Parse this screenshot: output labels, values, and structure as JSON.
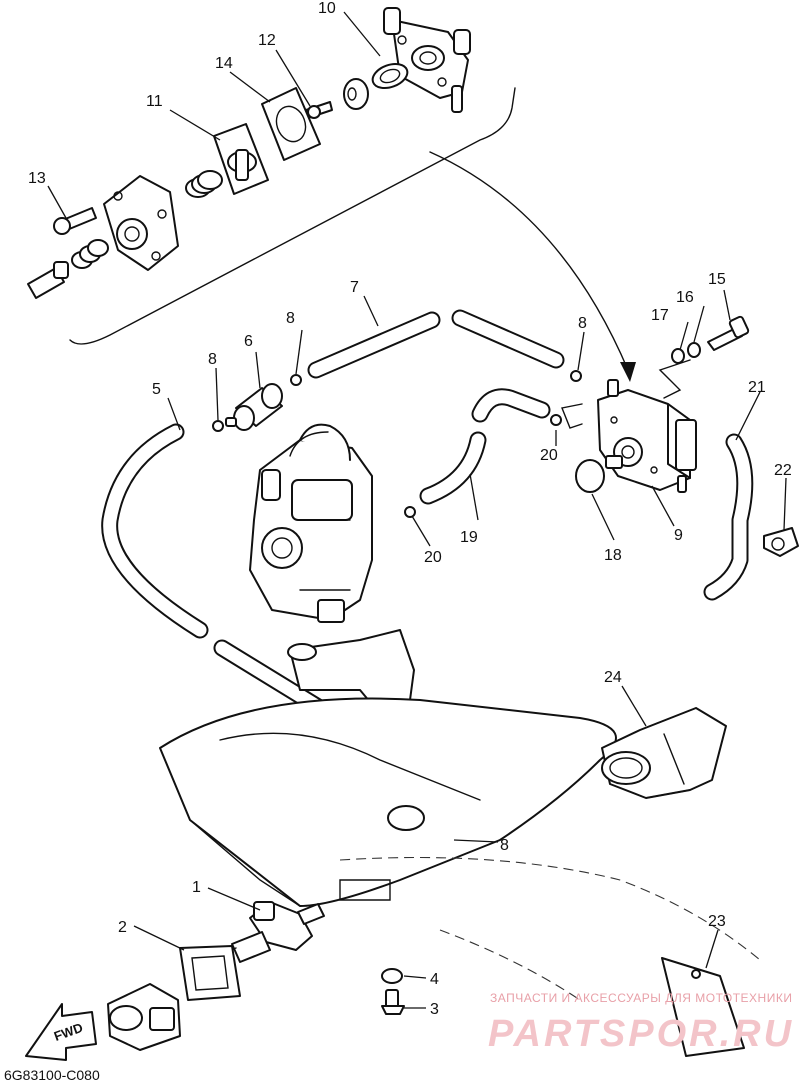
{
  "diagram": {
    "callouts": [
      "1",
      "2",
      "3",
      "4",
      "5",
      "6",
      "7",
      "8",
      "8",
      "8",
      "8",
      "9",
      "10",
      "11",
      "12",
      "13",
      "14",
      "15",
      "16",
      "17",
      "18",
      "19",
      "20",
      "20",
      "21",
      "22",
      "23",
      "24"
    ],
    "fwd_label": "FWD",
    "part_code": "6G83100-C080",
    "watermark": {
      "line1": "ЗАПЧАСТИ И АКСЕССУАРЫ ДЛЯ МОТОТЕХНИКИ",
      "line2": "PARTSPOR.RU"
    }
  }
}
